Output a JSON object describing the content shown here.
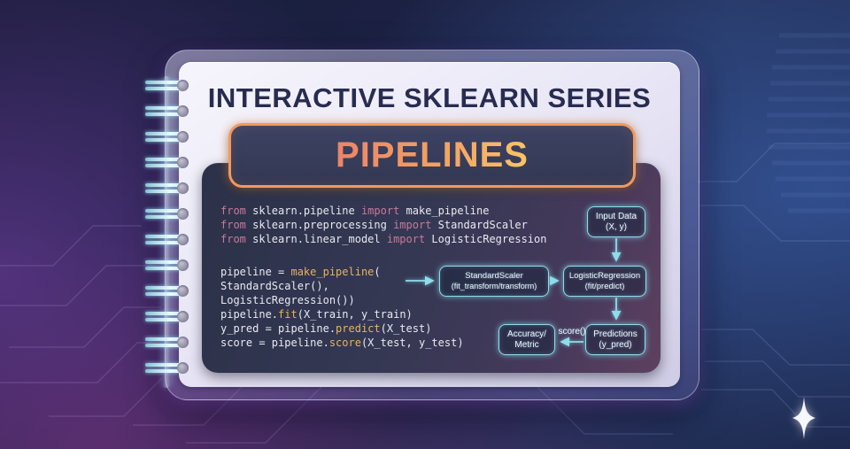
{
  "header": {
    "series_title": "INTERACTIVE SKLEARN SERIES",
    "topic_title": "PIPELINES"
  },
  "colors": {
    "accent_orange": "#f2995c",
    "title_gradient": [
      "#ec8467",
      "#f9c468"
    ],
    "accent_cyan": "#8fdcea",
    "keyword_pink": "#c9799b",
    "function_orange": "#e7b267",
    "code_text": "#e9eaf2",
    "page_background": "#ece9f6",
    "panel_background": "#343853"
  },
  "code": {
    "imports": [
      [
        {
          "t": "from ",
          "c": "kw"
        },
        {
          "t": "sklearn.pipeline ",
          "c": "pl"
        },
        {
          "t": "import ",
          "c": "kw"
        },
        {
          "t": "make_pipeline",
          "c": "pl"
        }
      ],
      [
        {
          "t": "from ",
          "c": "kw"
        },
        {
          "t": "sklearn.preprocessing ",
          "c": "pl"
        },
        {
          "t": "import ",
          "c": "kw"
        },
        {
          "t": "StandardScaler",
          "c": "pl"
        }
      ],
      [
        {
          "t": "from ",
          "c": "kw"
        },
        {
          "t": "sklearn.linear_model ",
          "c": "pl"
        },
        {
          "t": "import ",
          "c": "kw"
        },
        {
          "t": "LogisticRegression",
          "c": "pl"
        }
      ]
    ],
    "body": [
      [
        {
          "t": "pipeline = ",
          "c": "pl"
        },
        {
          "t": "make_pipeline",
          "c": "fn"
        },
        {
          "t": "(",
          "c": "pl"
        }
      ],
      [
        {
          "t": "StandardScaler(),",
          "c": "pl"
        }
      ],
      [
        {
          "t": "LogisticRegression())",
          "c": "pl"
        }
      ],
      [
        {
          "t": "pipeline.",
          "c": "pl"
        },
        {
          "t": "fit",
          "c": "fn"
        },
        {
          "t": "(X_train, y_train)",
          "c": "pl"
        }
      ],
      [
        {
          "t": "y_pred = pipeline.",
          "c": "pl"
        },
        {
          "t": "predict",
          "c": "fn"
        },
        {
          "t": "(X_test)",
          "c": "pl"
        }
      ],
      [
        {
          "t": "score = pipeline.",
          "c": "pl"
        },
        {
          "t": "score",
          "c": "fn"
        },
        {
          "t": "(X_test, y_test)",
          "c": "pl"
        }
      ]
    ]
  },
  "diagram": {
    "nodes": {
      "input": {
        "line1": "Input Data",
        "line2": "(X, y)"
      },
      "scaler": {
        "line1": "StandardScaler",
        "line2": "(fit_transform/transform)"
      },
      "logreg": {
        "line1": "LogisticRegression",
        "line2": "(fit/predict)"
      },
      "accuracy": {
        "line1": "Accuracy/",
        "line2": "Metric"
      },
      "predictions": {
        "line1": "Predictions",
        "line2": "(y_pred)"
      }
    },
    "edge_label": "score()"
  },
  "logo": {
    "icon": "sparkle-icon"
  }
}
